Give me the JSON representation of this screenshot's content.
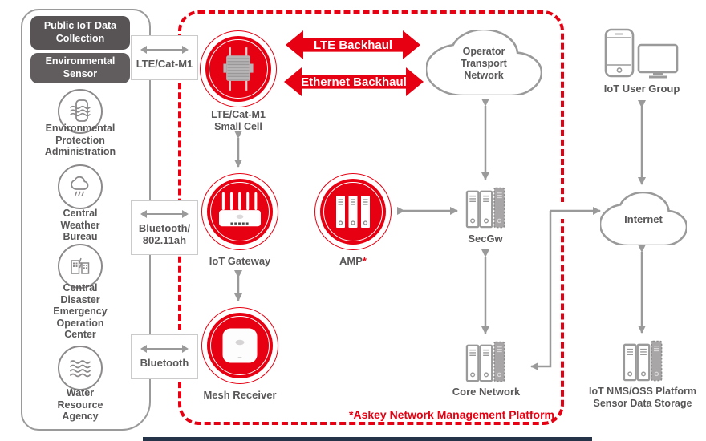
{
  "colors": {
    "red": "#e60012",
    "text_gray": "#595757",
    "line_gray": "#9a9a9a",
    "box_dark": "#585455",
    "box_dark2": "#615d5e",
    "footer_bar": "#253449"
  },
  "sources": {
    "title_box": [
      "Public IoT Data",
      "Collection"
    ],
    "sensor_box": [
      "Environmental",
      "Sensor"
    ],
    "agencies": [
      {
        "icon": "air-quality-icon",
        "label": [
          "Environmental",
          "Protection",
          "Administration"
        ]
      },
      {
        "icon": "rain-cloud-icon",
        "label": [
          "Central",
          "Weather",
          "Bureau"
        ]
      },
      {
        "icon": "buildings-icon",
        "label": [
          "Central",
          "Disaster",
          "Emergency",
          "Operation",
          "Center"
        ]
      },
      {
        "icon": "water-waves-icon",
        "label": [
          "Water",
          "Resource",
          "Agency"
        ]
      }
    ]
  },
  "links": {
    "lte": "LTE/Cat-M1",
    "bluetooth_802": [
      "Bluetooth/",
      "802.11ah"
    ],
    "bluetooth": "Bluetooth"
  },
  "platform": {
    "small_cell": {
      "icon": "small-cell-icon",
      "label": [
        "LTE/Cat-M1",
        "Small Cell"
      ]
    },
    "gateway": {
      "icon": "router-icon",
      "label": "IoT Gateway"
    },
    "mesh": {
      "icon": "access-point-icon",
      "label": "Mesh Receiver"
    },
    "amp": {
      "icon": "server-stack-icon",
      "label": "AMP",
      "asterisk": "*"
    },
    "backhaul_lte": "LTE Backhaul",
    "backhaul_ethernet": "Ethernet Backhaul",
    "operator_cloud": {
      "icon": "cloud-icon",
      "label": [
        "Operator",
        "Transport",
        "Network"
      ]
    },
    "secgw": {
      "icon": "server-rack-icon",
      "label": "SecGw"
    },
    "core": {
      "icon": "server-rack-icon",
      "label": "Core Network"
    },
    "footnote": "*Askey Network Management Platform"
  },
  "external": {
    "user_group": {
      "icon": "smartphone-monitor-icon",
      "label": "IoT User Group"
    },
    "internet": {
      "icon": "cloud-icon",
      "label": "Internet"
    },
    "nms": {
      "icon": "server-rack-icon",
      "label": [
        "IoT NMS/OSS Platform",
        "Sensor Data Storage"
      ]
    }
  }
}
